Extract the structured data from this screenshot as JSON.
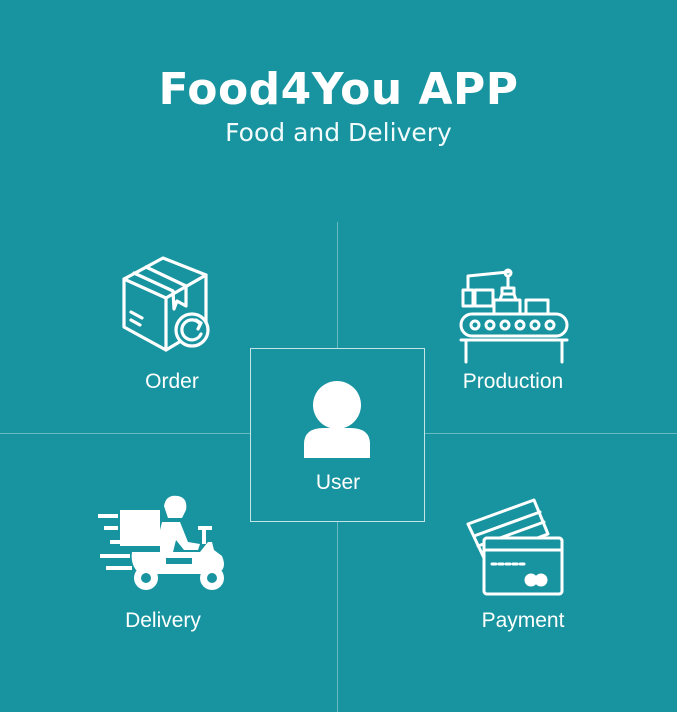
{
  "header": {
    "title": "Food4You APP",
    "subtitle": "Food and Delivery"
  },
  "center": {
    "label": "User",
    "icon": "user-icon"
  },
  "quadrants": [
    {
      "label": "Order",
      "icon": "package-box-icon"
    },
    {
      "label": "Production",
      "icon": "conveyor-robot-arm-icon"
    },
    {
      "label": "Delivery",
      "icon": "delivery-scooter-icon"
    },
    {
      "label": "Payment",
      "icon": "credit-cards-icon"
    }
  ],
  "colors": {
    "background": "#17949f",
    "foreground": "#ffffff"
  }
}
